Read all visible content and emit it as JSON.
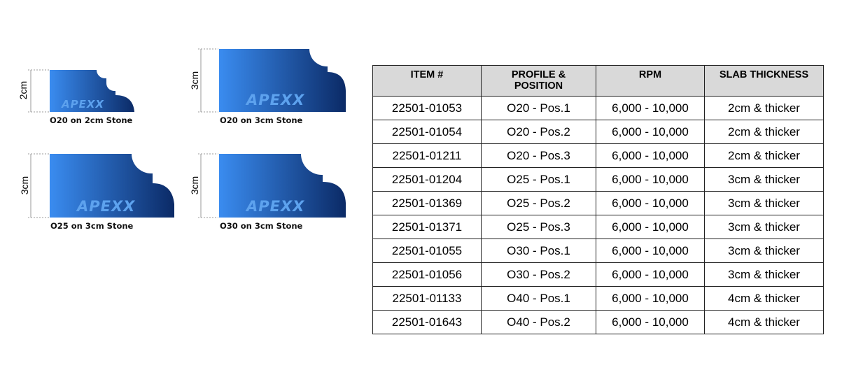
{
  "profiles": [
    {
      "thickness": "2cm",
      "brand": "APEXX",
      "caption": "O20 on 2cm Stone"
    },
    {
      "thickness": "3cm",
      "brand": "APEXX",
      "caption": "O20 on 3cm Stone"
    },
    {
      "thickness": "3cm",
      "brand": "APEXX",
      "caption": "O25 on 3cm Stone"
    },
    {
      "thickness": "3cm",
      "brand": "APEXX",
      "caption": "O30 on 3cm Stone"
    }
  ],
  "colors": {
    "gradient_start": "#3a8cf0",
    "gradient_end": "#0b2a66",
    "brand_text": "#5da2ee",
    "header_bg": "#d9d9d9"
  },
  "table": {
    "headers": [
      "ITEM #",
      "PROFILE &\nPOSITION",
      "RPM",
      "SLAB THICKNESS"
    ],
    "rows": [
      [
        "22501-01053",
        "O20 - Pos.1",
        "6,000 - 10,000",
        "2cm & thicker"
      ],
      [
        "22501-01054",
        "O20 - Pos.2",
        "6,000 - 10,000",
        "2cm & thicker"
      ],
      [
        "22501-01211",
        "O20 - Pos.3",
        "6,000 - 10,000",
        "2cm & thicker"
      ],
      [
        "22501-01204",
        "O25 - Pos.1",
        "6,000 - 10,000",
        "3cm & thicker"
      ],
      [
        "22501-01369",
        "O25 - Pos.2",
        "6,000 - 10,000",
        "3cm & thicker"
      ],
      [
        "22501-01371",
        "O25 - Pos.3",
        "6,000 - 10,000",
        "3cm & thicker"
      ],
      [
        "22501-01055",
        "O30 - Pos.1",
        "6,000 - 10,000",
        "3cm & thicker"
      ],
      [
        "22501-01056",
        "O30 - Pos.2",
        "6,000 - 10,000",
        "3cm & thicker"
      ],
      [
        "22501-01133",
        "O40 - Pos.1",
        "6,000 - 10,000",
        "4cm & thicker"
      ],
      [
        "22501-01643",
        "O40 - Pos.2",
        "6,000 - 10,000",
        "4cm & thicker"
      ]
    ]
  }
}
